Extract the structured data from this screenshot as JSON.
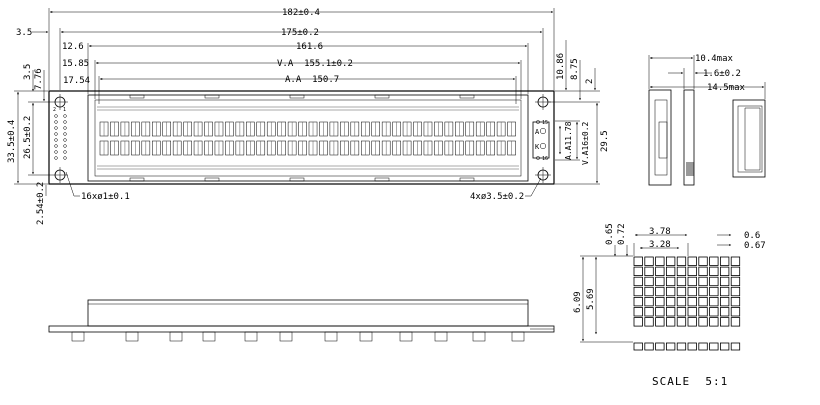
{
  "front_view": {
    "dim_overall_width": "182±0.4",
    "dim_hole_pitch": "175±0.2",
    "dim_161": "161.6",
    "dim_va_width": "V.A  155.1±0.2",
    "dim_aa_width": "A.A  150.7",
    "dim_left_3_5": "3.5",
    "dim_left_12_6": "12.6",
    "dim_left_15_85": "15.85",
    "dim_left_17_54": "17.54",
    "dim_top_3_5": "3.5",
    "dim_top_7_76": "7.76",
    "dim_height_33_5": "33.5±0.4",
    "dim_height_26_5": "26.5±0.2",
    "dim_pin_pitch": "2.54±0.2",
    "dim_pin_holes": "16xø1±0.1",
    "dim_right_10_86": "10.86",
    "dim_right_8_75": "8.75",
    "dim_right_2": "2",
    "dim_aa_height": "A.A11.78",
    "dim_va_height": "V.A16±0.2",
    "dim_29_5": "29.5",
    "dim_mount_holes": "4xø3.5±0.2",
    "pin_label_1": "1",
    "pin_label_2": "2",
    "pin_label_15": "15",
    "pin_label_16": "16",
    "led_a_label": "A",
    "led_k_label": "K"
  },
  "side_view": {
    "dim_total_thickness": "10.4max",
    "dim_pcb_thickness": "1.6±0.2",
    "dim_module_thickness": "14.5max"
  },
  "dot_detail": {
    "dim_char_width": "3.78",
    "dim_dot_area_width": "3.28",
    "dim_dot_gap_h": "0.65",
    "dim_dot_size_h": "0.72",
    "dim_dot_gap_v": "0.6",
    "dim_dot_size_v": "0.67",
    "dim_char_height": "6.09",
    "dim_dot_area_height": "5.69",
    "scale_label": "SCALE  5:1"
  }
}
